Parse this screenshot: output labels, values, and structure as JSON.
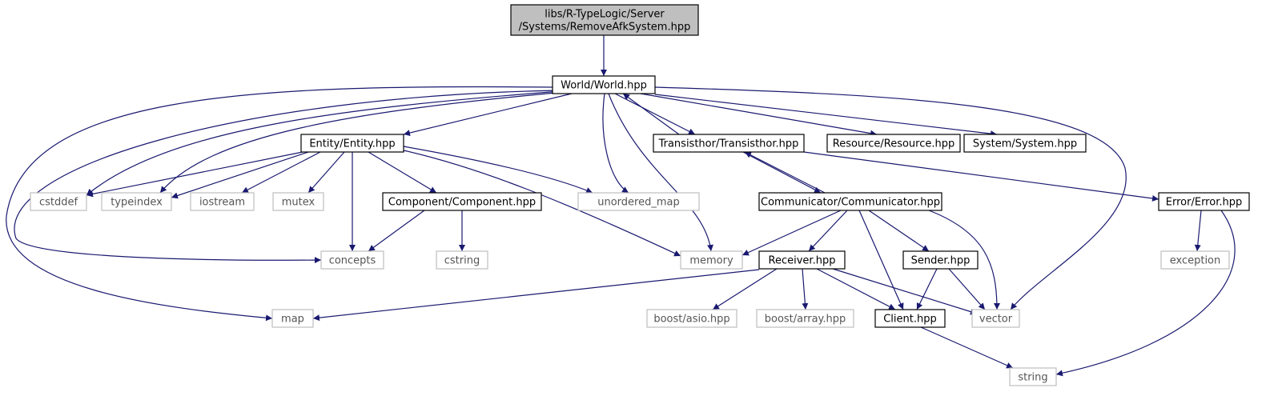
{
  "graph": {
    "edge_color": "#191970",
    "root_fill": "#bfbfbf",
    "external_border": "#bfbfbf",
    "nodes": {
      "root": {
        "lines": [
          "libs/R-TypeLogic/Server",
          "/Systems/RemoveAfkSystem.hpp"
        ],
        "kind": "root"
      },
      "world": {
        "lines": [
          "World/World.hpp"
        ],
        "kind": "doc"
      },
      "entity": {
        "lines": [
          "Entity/Entity.hpp"
        ],
        "kind": "doc"
      },
      "transisthor": {
        "lines": [
          "Transisthor/Transisthor.hpp"
        ],
        "kind": "doc"
      },
      "resource": {
        "lines": [
          "Resource/Resource.hpp"
        ],
        "kind": "doc"
      },
      "system": {
        "lines": [
          "System/System.hpp"
        ],
        "kind": "doc"
      },
      "cstddef": {
        "lines": [
          "cstddef"
        ],
        "kind": "ext"
      },
      "typeindex": {
        "lines": [
          "typeindex"
        ],
        "kind": "ext"
      },
      "iostream": {
        "lines": [
          "iostream"
        ],
        "kind": "ext"
      },
      "mutex": {
        "lines": [
          "mutex"
        ],
        "kind": "ext"
      },
      "component": {
        "lines": [
          "Component/Component.hpp"
        ],
        "kind": "doc"
      },
      "unordered_map": {
        "lines": [
          "unordered_map"
        ],
        "kind": "ext"
      },
      "communicator": {
        "lines": [
          "Communicator/Communicator.hpp"
        ],
        "kind": "doc"
      },
      "error": {
        "lines": [
          "Error/Error.hpp"
        ],
        "kind": "doc"
      },
      "concepts": {
        "lines": [
          "concepts"
        ],
        "kind": "ext"
      },
      "cstring": {
        "lines": [
          "cstring"
        ],
        "kind": "ext"
      },
      "memory": {
        "lines": [
          "memory"
        ],
        "kind": "ext"
      },
      "receiver": {
        "lines": [
          "Receiver.hpp"
        ],
        "kind": "doc"
      },
      "sender": {
        "lines": [
          "Sender.hpp"
        ],
        "kind": "doc"
      },
      "exception": {
        "lines": [
          "exception"
        ],
        "kind": "ext"
      },
      "map": {
        "lines": [
          "map"
        ],
        "kind": "ext"
      },
      "boost_asio": {
        "lines": [
          "boost/asio.hpp"
        ],
        "kind": "ext"
      },
      "boost_array": {
        "lines": [
          "boost/array.hpp"
        ],
        "kind": "ext"
      },
      "client": {
        "lines": [
          "Client.hpp"
        ],
        "kind": "doc"
      },
      "vector": {
        "lines": [
          "vector"
        ],
        "kind": "ext"
      },
      "string": {
        "lines": [
          "string"
        ],
        "kind": "ext"
      }
    },
    "edges": [
      [
        "root",
        "world"
      ],
      [
        "world",
        "entity"
      ],
      [
        "world",
        "transisthor"
      ],
      [
        "world",
        "resource"
      ],
      [
        "world",
        "system"
      ],
      [
        "world",
        "cstddef"
      ],
      [
        "world",
        "typeindex"
      ],
      [
        "world",
        "unordered_map"
      ],
      [
        "world",
        "memory"
      ],
      [
        "world",
        "concepts"
      ],
      [
        "world",
        "map"
      ],
      [
        "world",
        "vector"
      ],
      [
        "transisthor",
        "world"
      ],
      [
        "transisthor",
        "communicator"
      ],
      [
        "transisthor",
        "error"
      ],
      [
        "communicator",
        "transisthor"
      ],
      [
        "entity",
        "cstddef"
      ],
      [
        "entity",
        "typeindex"
      ],
      [
        "entity",
        "iostream"
      ],
      [
        "entity",
        "mutex"
      ],
      [
        "entity",
        "component"
      ],
      [
        "entity",
        "unordered_map"
      ],
      [
        "entity",
        "concepts"
      ],
      [
        "entity",
        "memory"
      ],
      [
        "component",
        "concepts"
      ],
      [
        "component",
        "cstring"
      ],
      [
        "communicator",
        "memory"
      ],
      [
        "communicator",
        "receiver"
      ],
      [
        "communicator",
        "sender"
      ],
      [
        "communicator",
        "client"
      ],
      [
        "communicator",
        "vector"
      ],
      [
        "receiver",
        "map"
      ],
      [
        "receiver",
        "boost_asio"
      ],
      [
        "receiver",
        "boost_array"
      ],
      [
        "receiver",
        "client"
      ],
      [
        "receiver",
        "vector"
      ],
      [
        "sender",
        "client"
      ],
      [
        "sender",
        "vector"
      ],
      [
        "client",
        "string"
      ],
      [
        "error",
        "exception"
      ],
      [
        "error",
        "string"
      ]
    ]
  }
}
